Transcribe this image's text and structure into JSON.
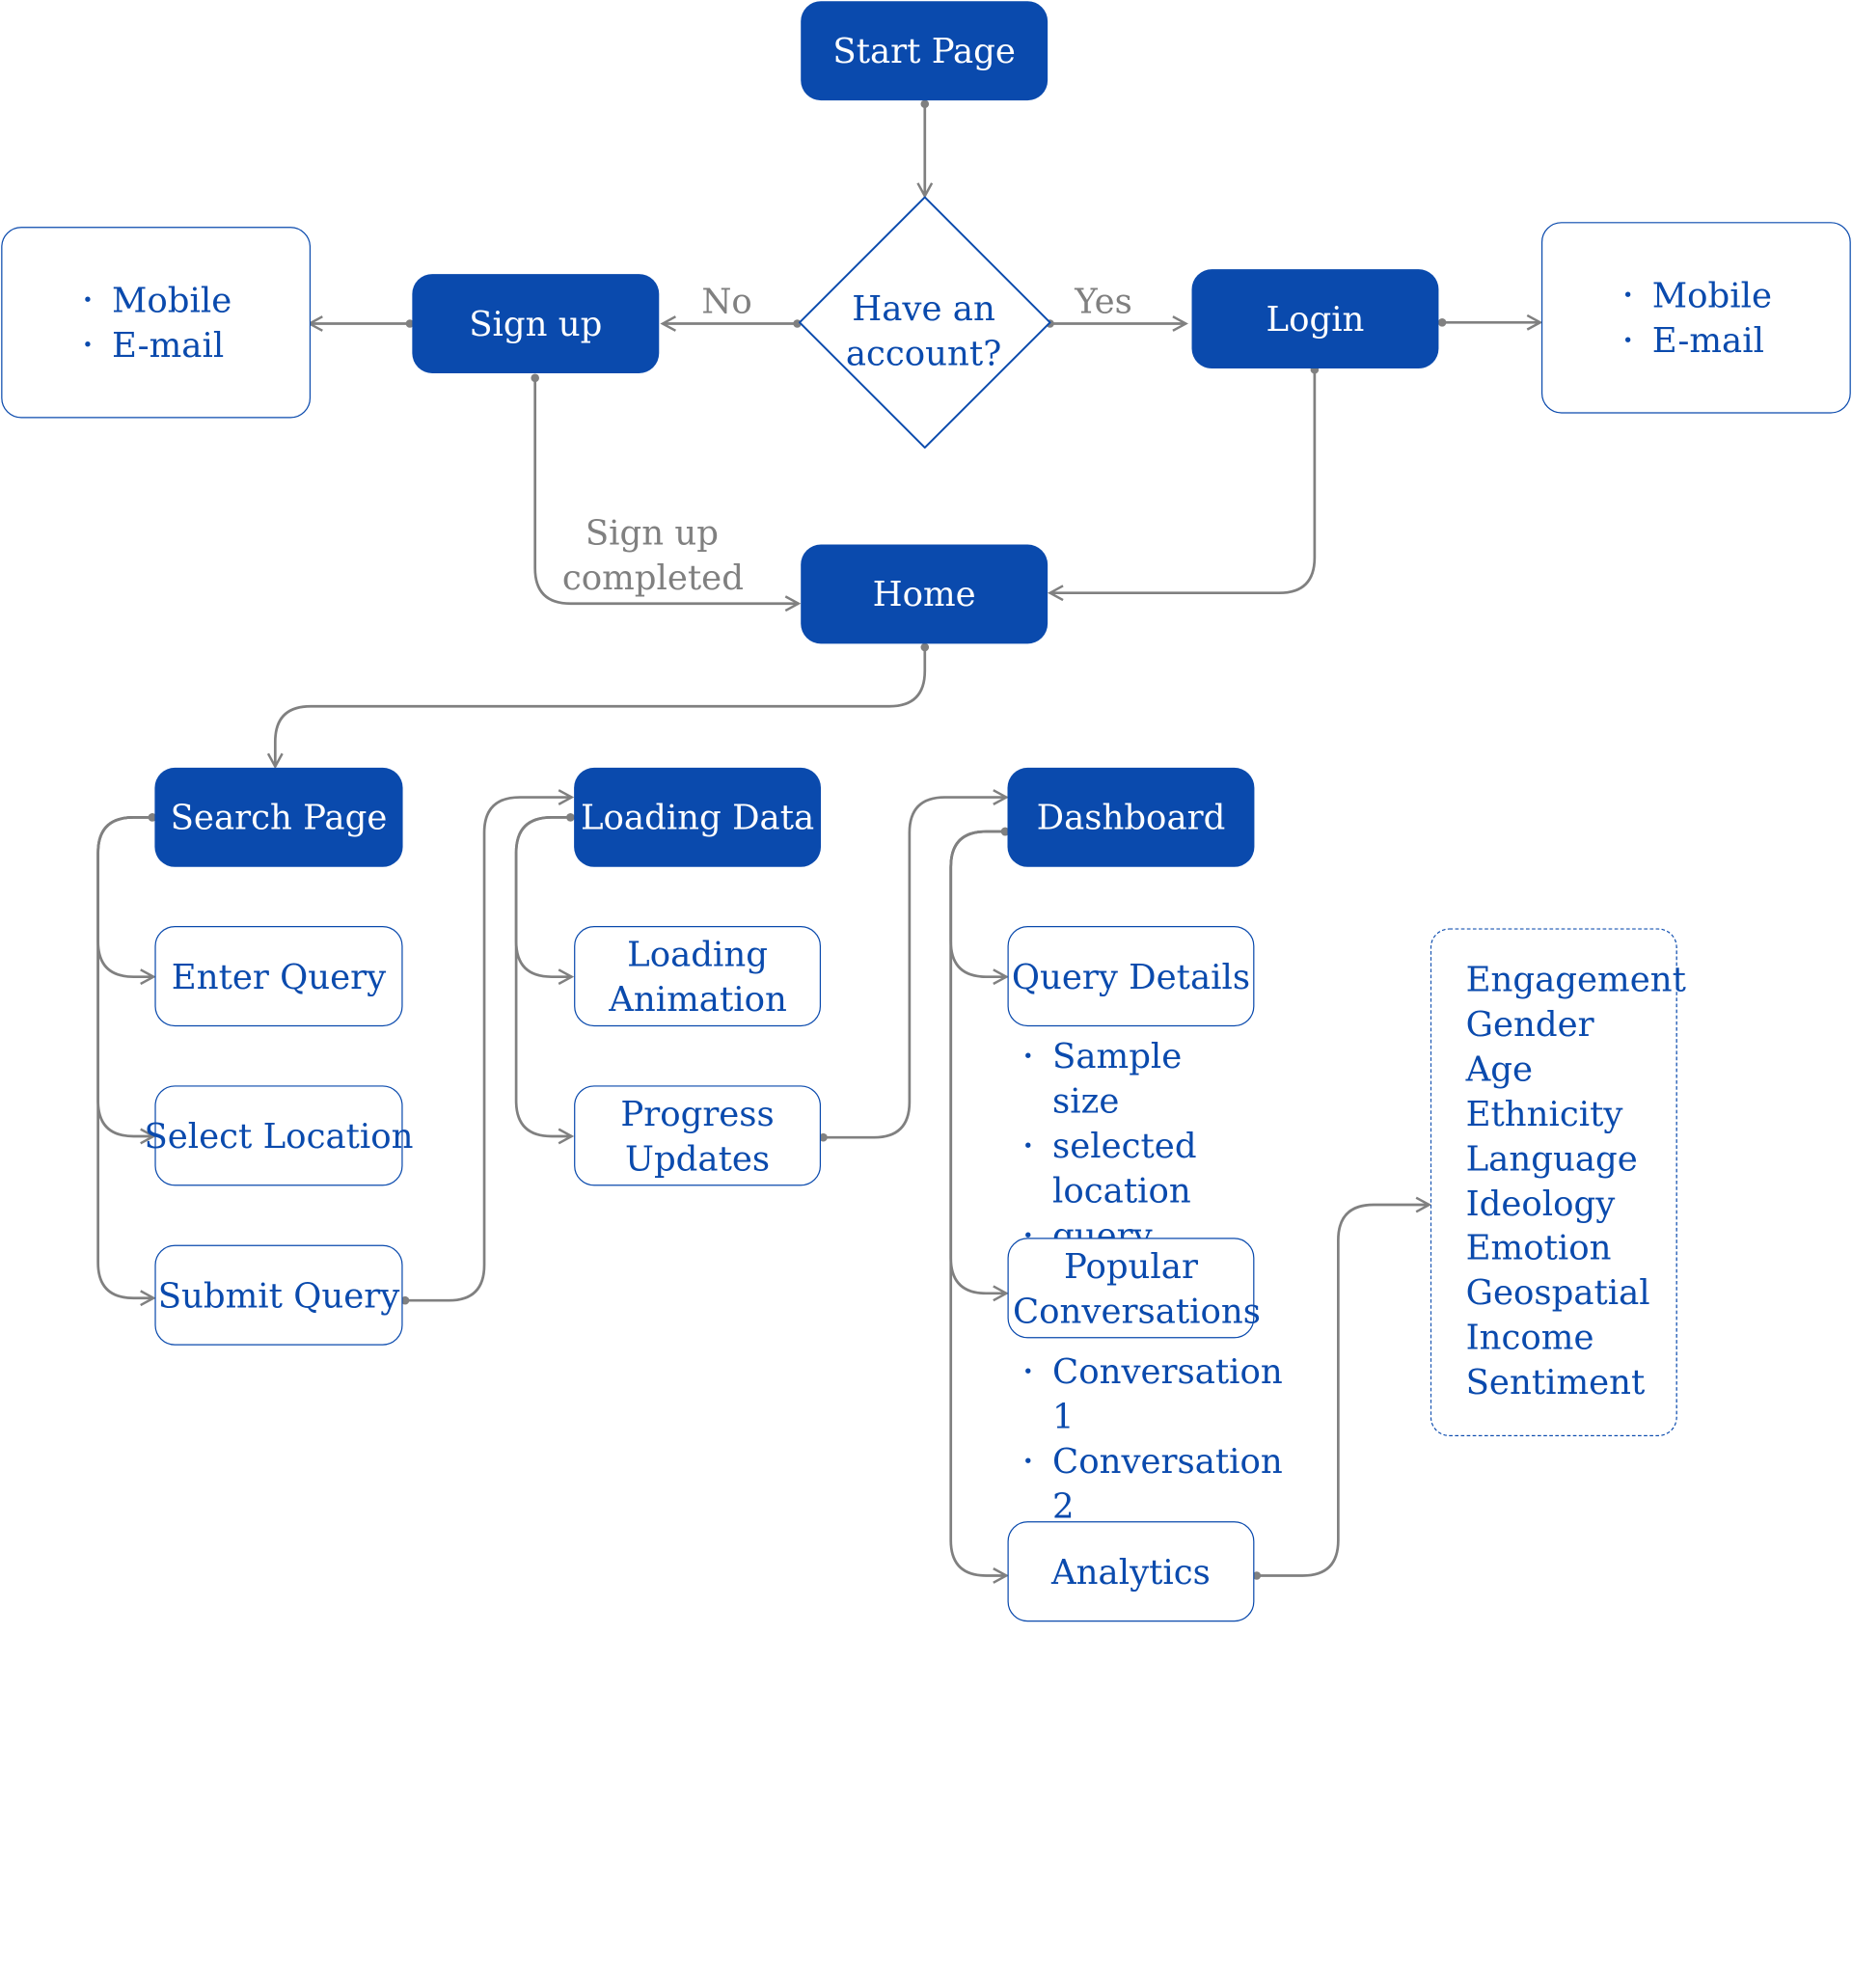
{
  "nodes": {
    "start_page": "Start Page",
    "have_account": "Have an account?",
    "sign_up": "Sign up",
    "login": "Login",
    "home": "Home",
    "search_page": "Search Page",
    "enter_query": "Enter Query",
    "select_location": "Select Location",
    "submit_query": "Submit Query",
    "loading_data": "Loading Data",
    "loading_animation": "Loading Animation",
    "progress_updates": "Progress Updates",
    "dashboard": "Dashboard",
    "query_details": "Query Details",
    "popular_conversations": "Popular Conversations",
    "analytics": "Analytics"
  },
  "edge_labels": {
    "no": "No",
    "yes": "Yes",
    "sign_up_completed": "Sign up completed"
  },
  "signup_options": [
    "Mobile",
    "E-mail"
  ],
  "login_options": [
    "Mobile",
    "E-mail"
  ],
  "query_details_items": [
    "Sample size",
    "selected location",
    "query"
  ],
  "popular_conversations_items": [
    "Conversation 1",
    "Conversation 2",
    "..."
  ],
  "analytics_items": [
    "Engagement",
    "Gender",
    "Age",
    "Ethnicity",
    "Language",
    "Ideology",
    "Emotion",
    "Geospatial",
    "Income",
    "Sentiment"
  ],
  "colors": {
    "node_fill": "#0a4aad",
    "node_text": "#ffffff",
    "connector": "#808080"
  }
}
